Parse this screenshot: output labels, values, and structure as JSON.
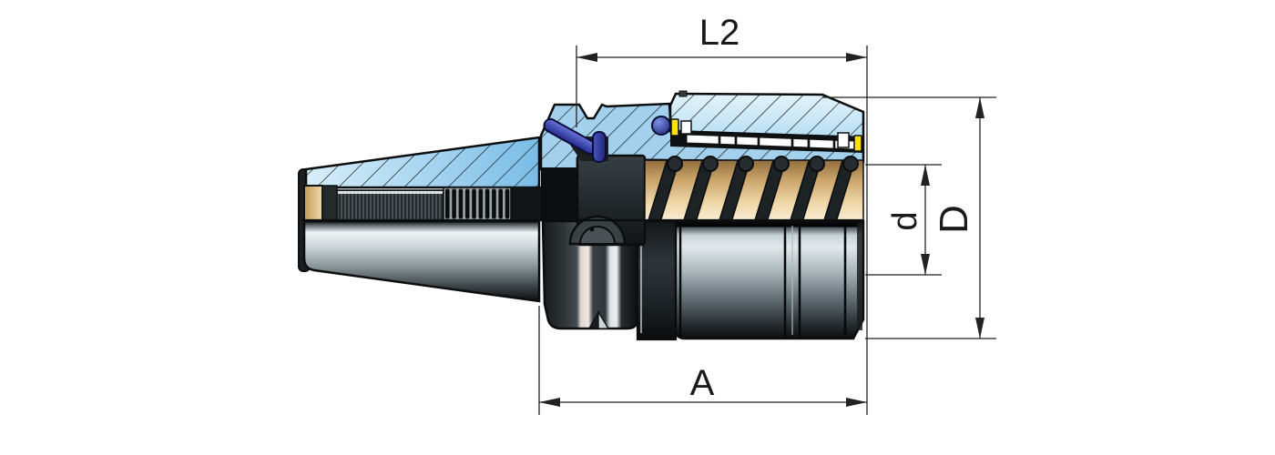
{
  "figure": {
    "type": "technical-drawing",
    "subject": "Milling chuck tool holder, half cross-section side view",
    "background": "#ffffff"
  },
  "dimensions": {
    "l2": {
      "label": "L2",
      "orientation": "horizontal-top"
    },
    "a": {
      "label": "A",
      "orientation": "horizontal-bottom"
    },
    "d": {
      "label": "d",
      "orientation": "vertical-right-inner"
    },
    "D": {
      "label": "D",
      "orientation": "vertical-right-outer"
    }
  },
  "colors": {
    "hatch_blue_mid": "#a3d0ed",
    "hatch_blue_light": "#d2ebf8",
    "taper_hatch_from": "#d4ecf8",
    "taper_hatch_to": "#7fbfe9",
    "hatch_line": "#1b1b1b",
    "bearing_gold": "#d9b87e",
    "pin_blue": "#3a43b0",
    "clip_yellow": "#ffe20a",
    "metal_dark": "#16191b",
    "metal_highlight": "#dfe7ea",
    "dimension_line": "#222222"
  }
}
